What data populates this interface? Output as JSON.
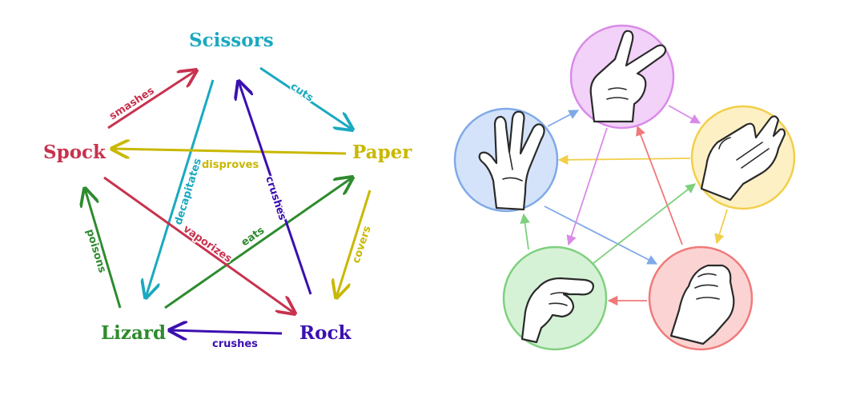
{
  "colors": {
    "scissors": "#1aa9c0",
    "paper": "#c9b800",
    "rock": "#3b10b0",
    "lizard": "#2e8b2e",
    "spock": "#c8324e",
    "circle_scissors": "#d98ae8",
    "circle_paper": "#f2cf4a",
    "circle_rock": "#f07a7a",
    "circle_lizard": "#7fd07f",
    "circle_spock": "#7fa9e8"
  },
  "diagram": {
    "nodes": {
      "scissors": "Scissors",
      "paper": "Paper",
      "rock": "Rock",
      "lizard": "Lizard",
      "spock": "Spock"
    },
    "verbs": {
      "scissors_cuts_paper": "cuts",
      "paper_covers_rock": "covers",
      "rock_crushes_lizard": "crushes",
      "lizard_poisons_spock": "poisons",
      "spock_smashes_scissors": "smashes",
      "scissors_decapitates_lizard": "decapitates",
      "lizard_eats_paper": "eats",
      "paper_disproves_spock": "disproves",
      "spock_vaporizes_rock": "vaporizes",
      "rock_crushes_scissors": "crushes"
    }
  },
  "hands": {
    "scissors": "scissors-hand-icon",
    "paper": "paper-hand-icon",
    "rock": "rock-fist-icon",
    "lizard": "lizard-hand-icon",
    "spock": "spock-salute-icon"
  }
}
